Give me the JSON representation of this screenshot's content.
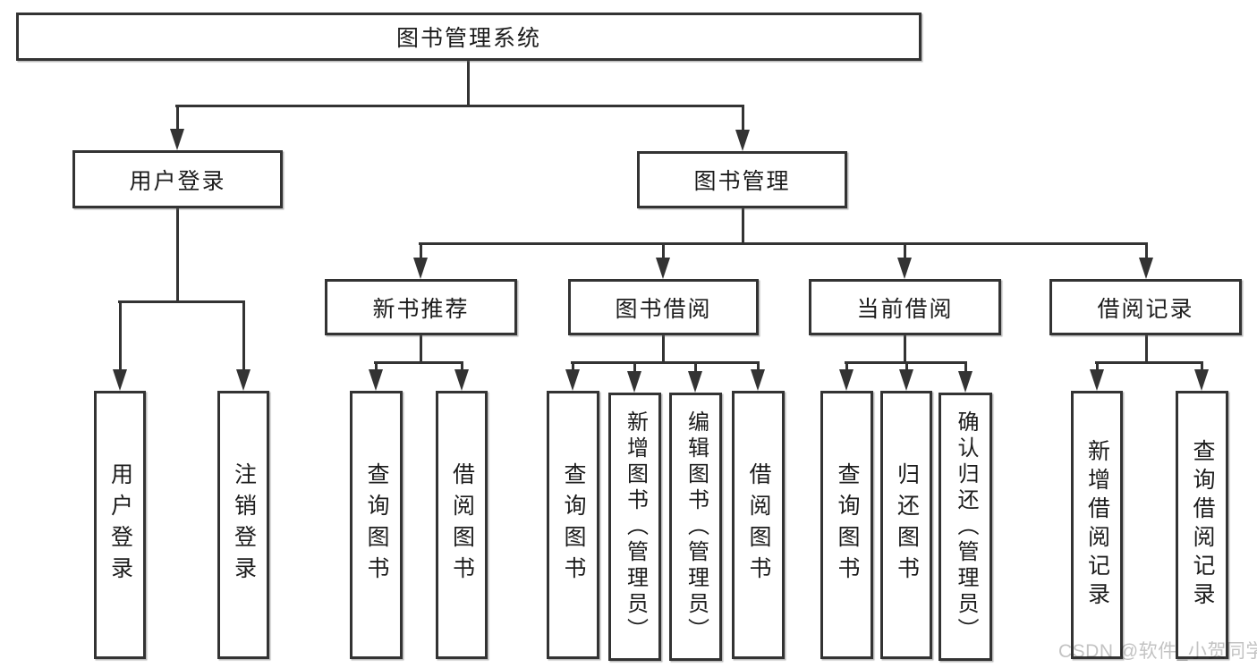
{
  "diagram": {
    "type": "tree",
    "title": "图书管理系统",
    "tree": {
      "root": {
        "label": "图书管理系统",
        "children": [
          {
            "label": "用户登录",
            "children": [
              {
                "label": "用户登录"
              },
              {
                "label": "注销登录"
              }
            ]
          },
          {
            "label": "图书管理",
            "children": [
              {
                "label": "新书推荐",
                "children": [
                  {
                    "label": "查询图书"
                  },
                  {
                    "label": "借阅图书"
                  }
                ]
              },
              {
                "label": "图书借阅",
                "children": [
                  {
                    "label": "查询图书"
                  },
                  {
                    "label": "新增图书（管理员）"
                  },
                  {
                    "label": "编辑图书（管理员）"
                  },
                  {
                    "label": "借阅图书"
                  }
                ]
              },
              {
                "label": "当前借阅",
                "children": [
                  {
                    "label": "查询图书"
                  },
                  {
                    "label": "归还图书"
                  },
                  {
                    "label": "确认归还（管理员）"
                  }
                ]
              },
              {
                "label": "借阅记录",
                "children": [
                  {
                    "label": "新增借阅记录"
                  },
                  {
                    "label": "查询借阅记录"
                  }
                ]
              }
            ]
          }
        ]
      }
    },
    "colors": {
      "line": "#333333",
      "box_border": "#333333",
      "box_fill": "#ffffff",
      "text": "#1c1c1c",
      "background": "#ffffff",
      "watermark_text_color": "#c3c3c3"
    }
  },
  "watermark": {
    "text": "CSDN @软件_小贺同学"
  }
}
